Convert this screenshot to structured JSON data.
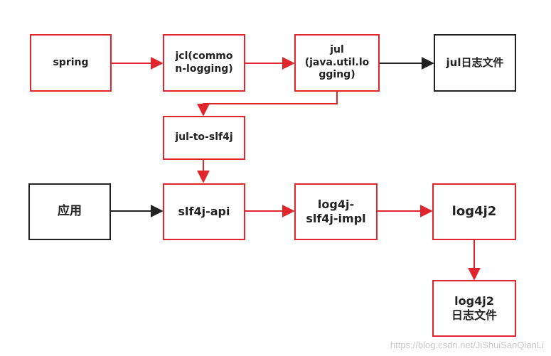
{
  "colors": {
    "red": "#e0262c",
    "black": "#222222"
  },
  "nodes": {
    "spring": "spring",
    "jcl_line1": "jcl(commo",
    "jcl_line2": "n-logging)",
    "jul_line1": "jul",
    "jul_line2": "(java.util.lo",
    "jul_line3": "gging)",
    "jul_file": "jul日志文件",
    "jul_to_slf4j": "jul-to-slf4j",
    "app": "应用",
    "slf4j_api": "slf4j-api",
    "log4j_slf4j_line1": "log4j-",
    "log4j_slf4j_line2": "slf4j-impl",
    "log4j2": "log4j2",
    "log4j2_file_line1": "log4j2",
    "log4j2_file_line2": "日志文件"
  },
  "watermark": "https://blog.csdn.net/JiShuiSanQianLi"
}
